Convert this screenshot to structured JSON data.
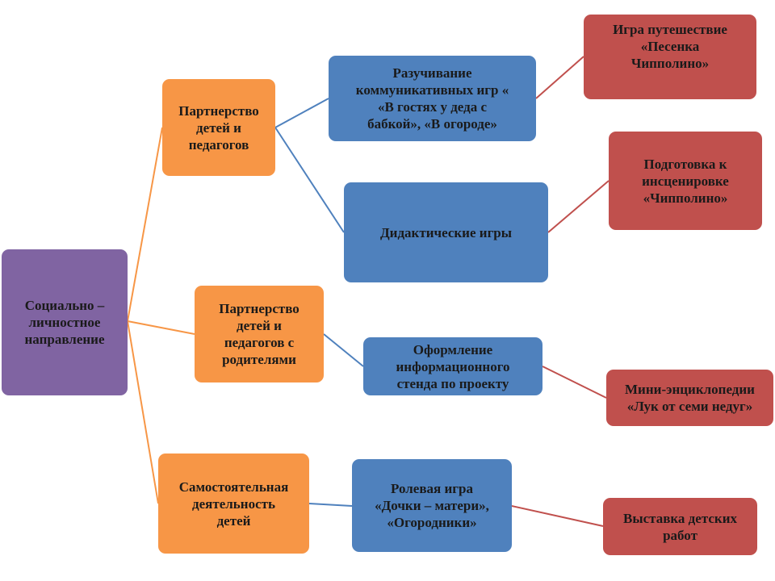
{
  "nodes": {
    "root": "Социально –\nличностное\nнаправление",
    "b1": "Партнерство\nдетей и\nпедагогов",
    "b2": "Партнерство\nдетей и\nпедагогов с\nродителями",
    "b3": "Самостоятельная\nдеятельность\nдетей",
    "c1": "Разучивание\nкоммуникативных игр «\n«В гостях у деда с\nбабкой», «В огороде»",
    "c2": "Дидактические игры",
    "c3": "Оформление\nинформационного\nстенда по проекту",
    "c4": "Ролевая игра\n«Дочки – матери»,\n«Огородники»",
    "r1": "Игра путешествие\n«Песенка\nЧипполино»",
    "r2": "Подготовка к\nинсценировке\n«Чипполино»",
    "r3": "Мини-энциклопедии\n«Лук от семи недуг»",
    "r4": "Выставка детских\nработ"
  },
  "colors": {
    "purple": "#8064a2",
    "orange": "#f79646",
    "blue": "#4f81bd",
    "red": "#c0504d"
  }
}
